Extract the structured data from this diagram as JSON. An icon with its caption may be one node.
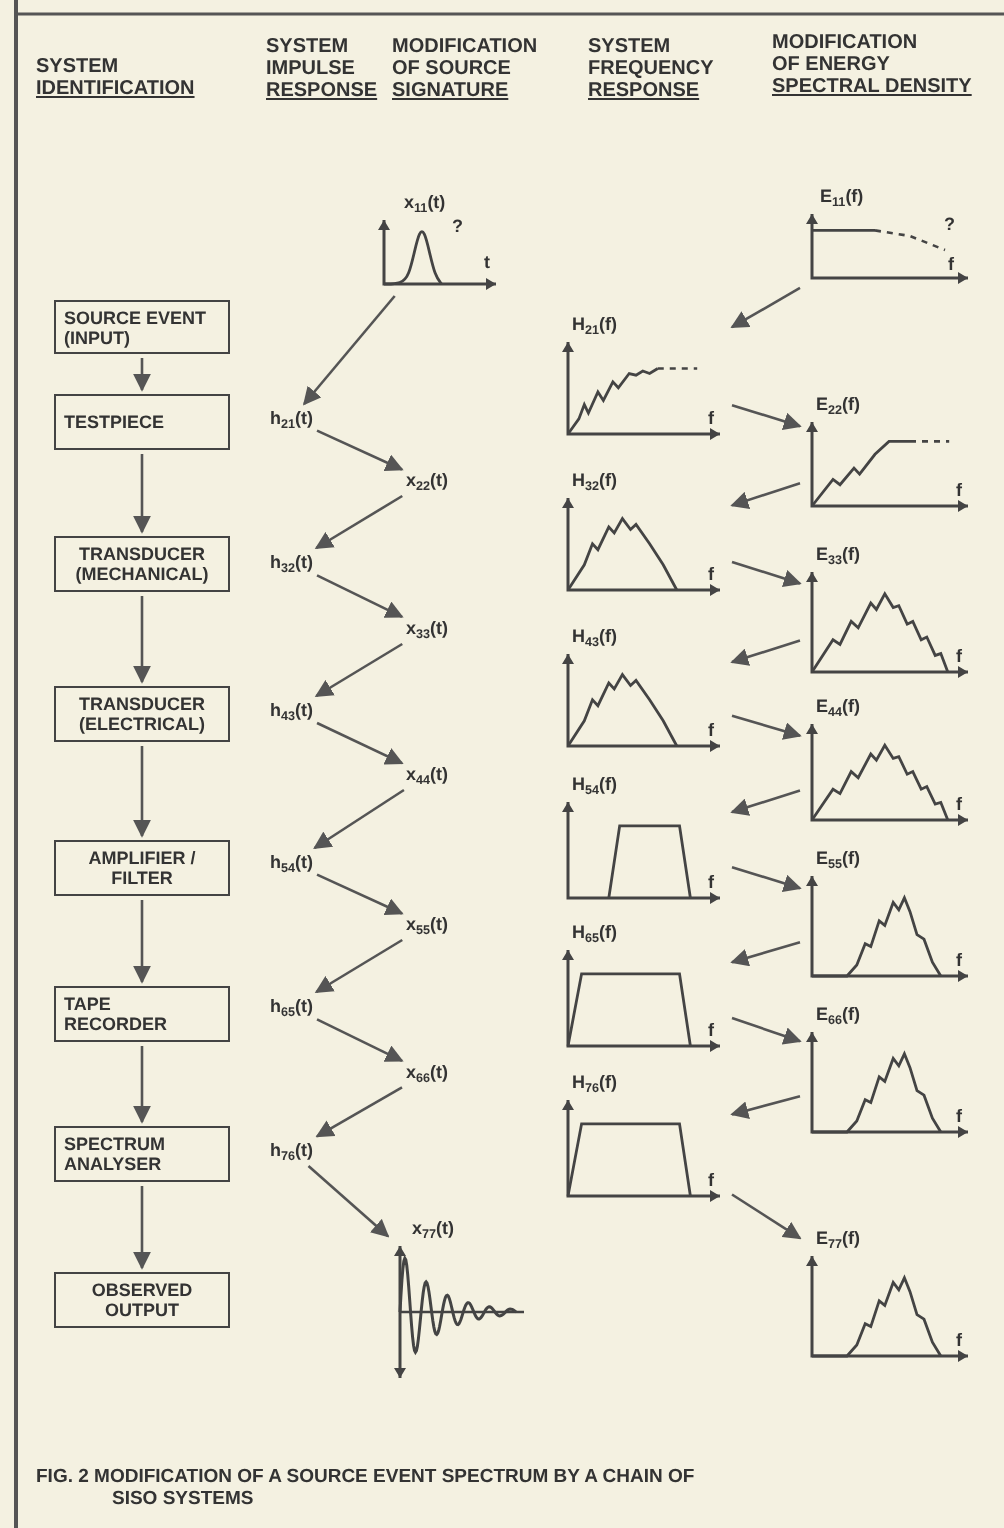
{
  "diagram": {
    "caption": "FIG. 2 MODIFICATION OF A SOURCE EVENT SPECTRUM BY A CHAIN OF SISO SYSTEMS",
    "nodes": [
      {
        "text": [
          "SOURCE EVENT (INPUT)"
        ]
      },
      {
        "text": [
          "TESTPIECE"
        ]
      },
      {
        "text": [
          "TRANSDUCER (MECHANICAL)"
        ]
      },
      {
        "text": [
          "TRANSDUCER (ELECTRICAL)"
        ]
      },
      {
        "text": [
          "AMPLIFIER / FILTER"
        ]
      },
      {
        "text": [
          "TAPE RECORDER"
        ]
      },
      {
        "text": [
          "SPECTRUM ANALYSER"
        ]
      },
      {
        "text": [
          "OBSERVED OUTPUT"
        ]
      },
      {
        "text": [
          "x$_{11}$(t)",
          "?",
          "t"
        ]
      },
      {
        "text": [
          "h$_{21}$(t)"
        ]
      },
      {
        "text": [
          "x$_{22}$(t)"
        ]
      },
      {
        "text": [
          "h$_{32}$(t)"
        ]
      },
      {
        "text": [
          "x$_{33}$(t)"
        ]
      },
      {
        "text": [
          "h$_{43}$(t)"
        ]
      },
      {
        "text": [
          "x$_{44}$(t)"
        ]
      },
      {
        "text": [
          "h$_{54}$(t)"
        ]
      },
      {
        "text": [
          "x$_{55}$(t)"
        ]
      },
      {
        "text": [
          "h$_{65}$(t)"
        ]
      },
      {
        "text": [
          "x$_{66}$(t)"
        ]
      },
      {
        "text": [
          "h$_{76}$(t)"
        ]
      },
      {
        "text": [
          "x$_{77}$(t)"
        ]
      },
      {
        "text": [
          "E$_{11}$(f)",
          "?",
          "f"
        ]
      },
      {
        "text": [
          "H$_{21}$(f)",
          "f"
        ]
      },
      {
        "text": [
          "E$_{22}$(f)",
          "f"
        ]
      },
      {
        "text": [
          "H$_{32}$(f)",
          "f"
        ]
      },
      {
        "text": [
          "E$_{33}$(f)",
          "f"
        ]
      },
      {
        "text": [
          "H$_{43}$(f)",
          "f"
        ]
      },
      {
        "text": [
          "E$_{44}$(f)",
          "f"
        ]
      },
      {
        "text": [
          "H$_{54}$(f)",
          "f"
        ]
      },
      {
        "text": [
          "E$_{55}$(f)",
          "f"
        ]
      },
      {
        "text": [
          "H$_{65}$(f)",
          "f"
        ]
      },
      {
        "text": [
          "E$_{66}$(f)",
          "f"
        ]
      },
      {
        "text": [
          "H$_{76}$(f)",
          "f"
        ]
      },
      {
        "text": [
          "E$_{77}$(f)",
          "f"
        ]
      }
    ],
    "edges": [
      {
        "from": 0,
        "to": 1,
        "arrow": "to"
      },
      {
        "from": 1,
        "to": 2,
        "arrow": "to"
      },
      {
        "from": 2,
        "to": 3,
        "arrow": "to"
      },
      {
        "from": 3,
        "to": 4,
        "arrow": "to"
      },
      {
        "from": 4,
        "to": 5,
        "arrow": "to"
      },
      {
        "from": 5,
        "to": 6,
        "arrow": "to"
      },
      {
        "from": 6,
        "to": 7,
        "arrow": "to"
      },
      {
        "from": 8,
        "to": 9,
        "arrow": "to"
      },
      {
        "from": 9,
        "to": 10,
        "arrow": "to"
      },
      {
        "from": 10,
        "to": 11,
        "arrow": "to"
      },
      {
        "from": 11,
        "to": 12,
        "arrow": "to"
      },
      {
        "from": 12,
        "to": 13,
        "arrow": "to"
      },
      {
        "from": 13,
        "to": 14,
        "arrow": "to"
      },
      {
        "from": 14,
        "to": 15,
        "arrow": "to"
      },
      {
        "from": 15,
        "to": 16,
        "arrow": "to"
      },
      {
        "from": 16,
        "to": 17,
        "arrow": "to"
      },
      {
        "from": 17,
        "to": 18,
        "arrow": "to"
      },
      {
        "from": 18,
        "to": 19,
        "arrow": "to"
      },
      {
        "from": 19,
        "to": 20,
        "arrow": "to"
      },
      {
        "from": 21,
        "to": 22,
        "arrow": "to"
      },
      {
        "from": 22,
        "to": 23,
        "arrow": "to"
      },
      {
        "from": 23,
        "to": 24,
        "arrow": "to"
      },
      {
        "from": 24,
        "to": 25,
        "arrow": "to"
      },
      {
        "from": 25,
        "to": 26,
        "arrow": "to"
      },
      {
        "from": 26,
        "to": 27,
        "arrow": "to"
      },
      {
        "from": 27,
        "to": 28,
        "arrow": "to"
      },
      {
        "from": 28,
        "to": 29,
        "arrow": "to"
      },
      {
        "from": 29,
        "to": 30,
        "arrow": "to"
      },
      {
        "from": 30,
        "to": 31,
        "arrow": "to"
      },
      {
        "from": 31,
        "to": 32,
        "arrow": "to"
      },
      {
        "from": 32,
        "to": 33,
        "arrow": "to"
      }
    ],
    "labels": [
      "SYSTEM IDENTIFICATION",
      "SYSTEM IMPULSE RESPONSE",
      "MODIFICATION OF SOURCE SIGNATURE",
      "SYSTEM FREQUENCY RESPONSE",
      "MODIFICATION OF ENERGY SPECTRAL DENSITY"
    ]
  }
}
